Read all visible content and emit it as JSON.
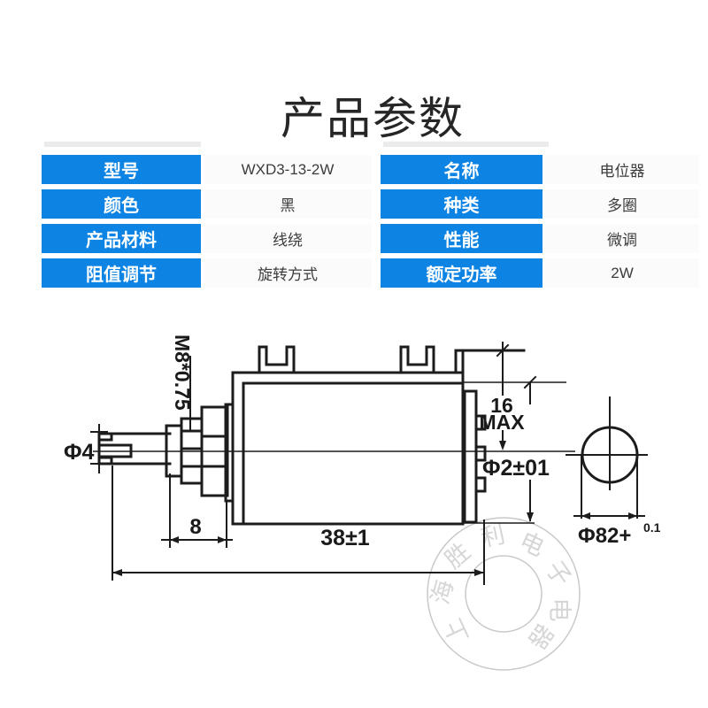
{
  "page": {
    "title": "产品参数"
  },
  "colors": {
    "accent_blue": "#0d83e3",
    "label_text": "#ffffff",
    "value_text": "#3c3c3c",
    "drawing_line": "#1c1c1c",
    "watermark_gray": "#d6d6d6"
  },
  "spec_table": {
    "left_rows": [
      {
        "label": "型号",
        "value": "WXD3-13-2W"
      },
      {
        "label": "颜色",
        "value": "黑"
      },
      {
        "label": "产品材料",
        "value": "线绕"
      },
      {
        "label": "阻值调节",
        "value": "旋转方式"
      }
    ],
    "right_rows": [
      {
        "label": "名称",
        "value": "电位器"
      },
      {
        "label": "种类",
        "value": "多圈"
      },
      {
        "label": "性能",
        "value": "微调"
      },
      {
        "label": "额定功率",
        "value": "2W"
      }
    ]
  },
  "diagram": {
    "labels": {
      "thread": "M8*0.75",
      "shaft_dia": "Φ4",
      "height_line1": "16",
      "height_line2": "MAX",
      "terminal_dia": "Φ2±01",
      "bushing_len": "8",
      "body_len": "38±1",
      "front_dia": "Φ82+",
      "front_dia_tol": "0.1"
    }
  },
  "watermark": {
    "chars": [
      "上",
      "海",
      "胜",
      "利",
      "电",
      "子",
      "电",
      "器"
    ]
  }
}
